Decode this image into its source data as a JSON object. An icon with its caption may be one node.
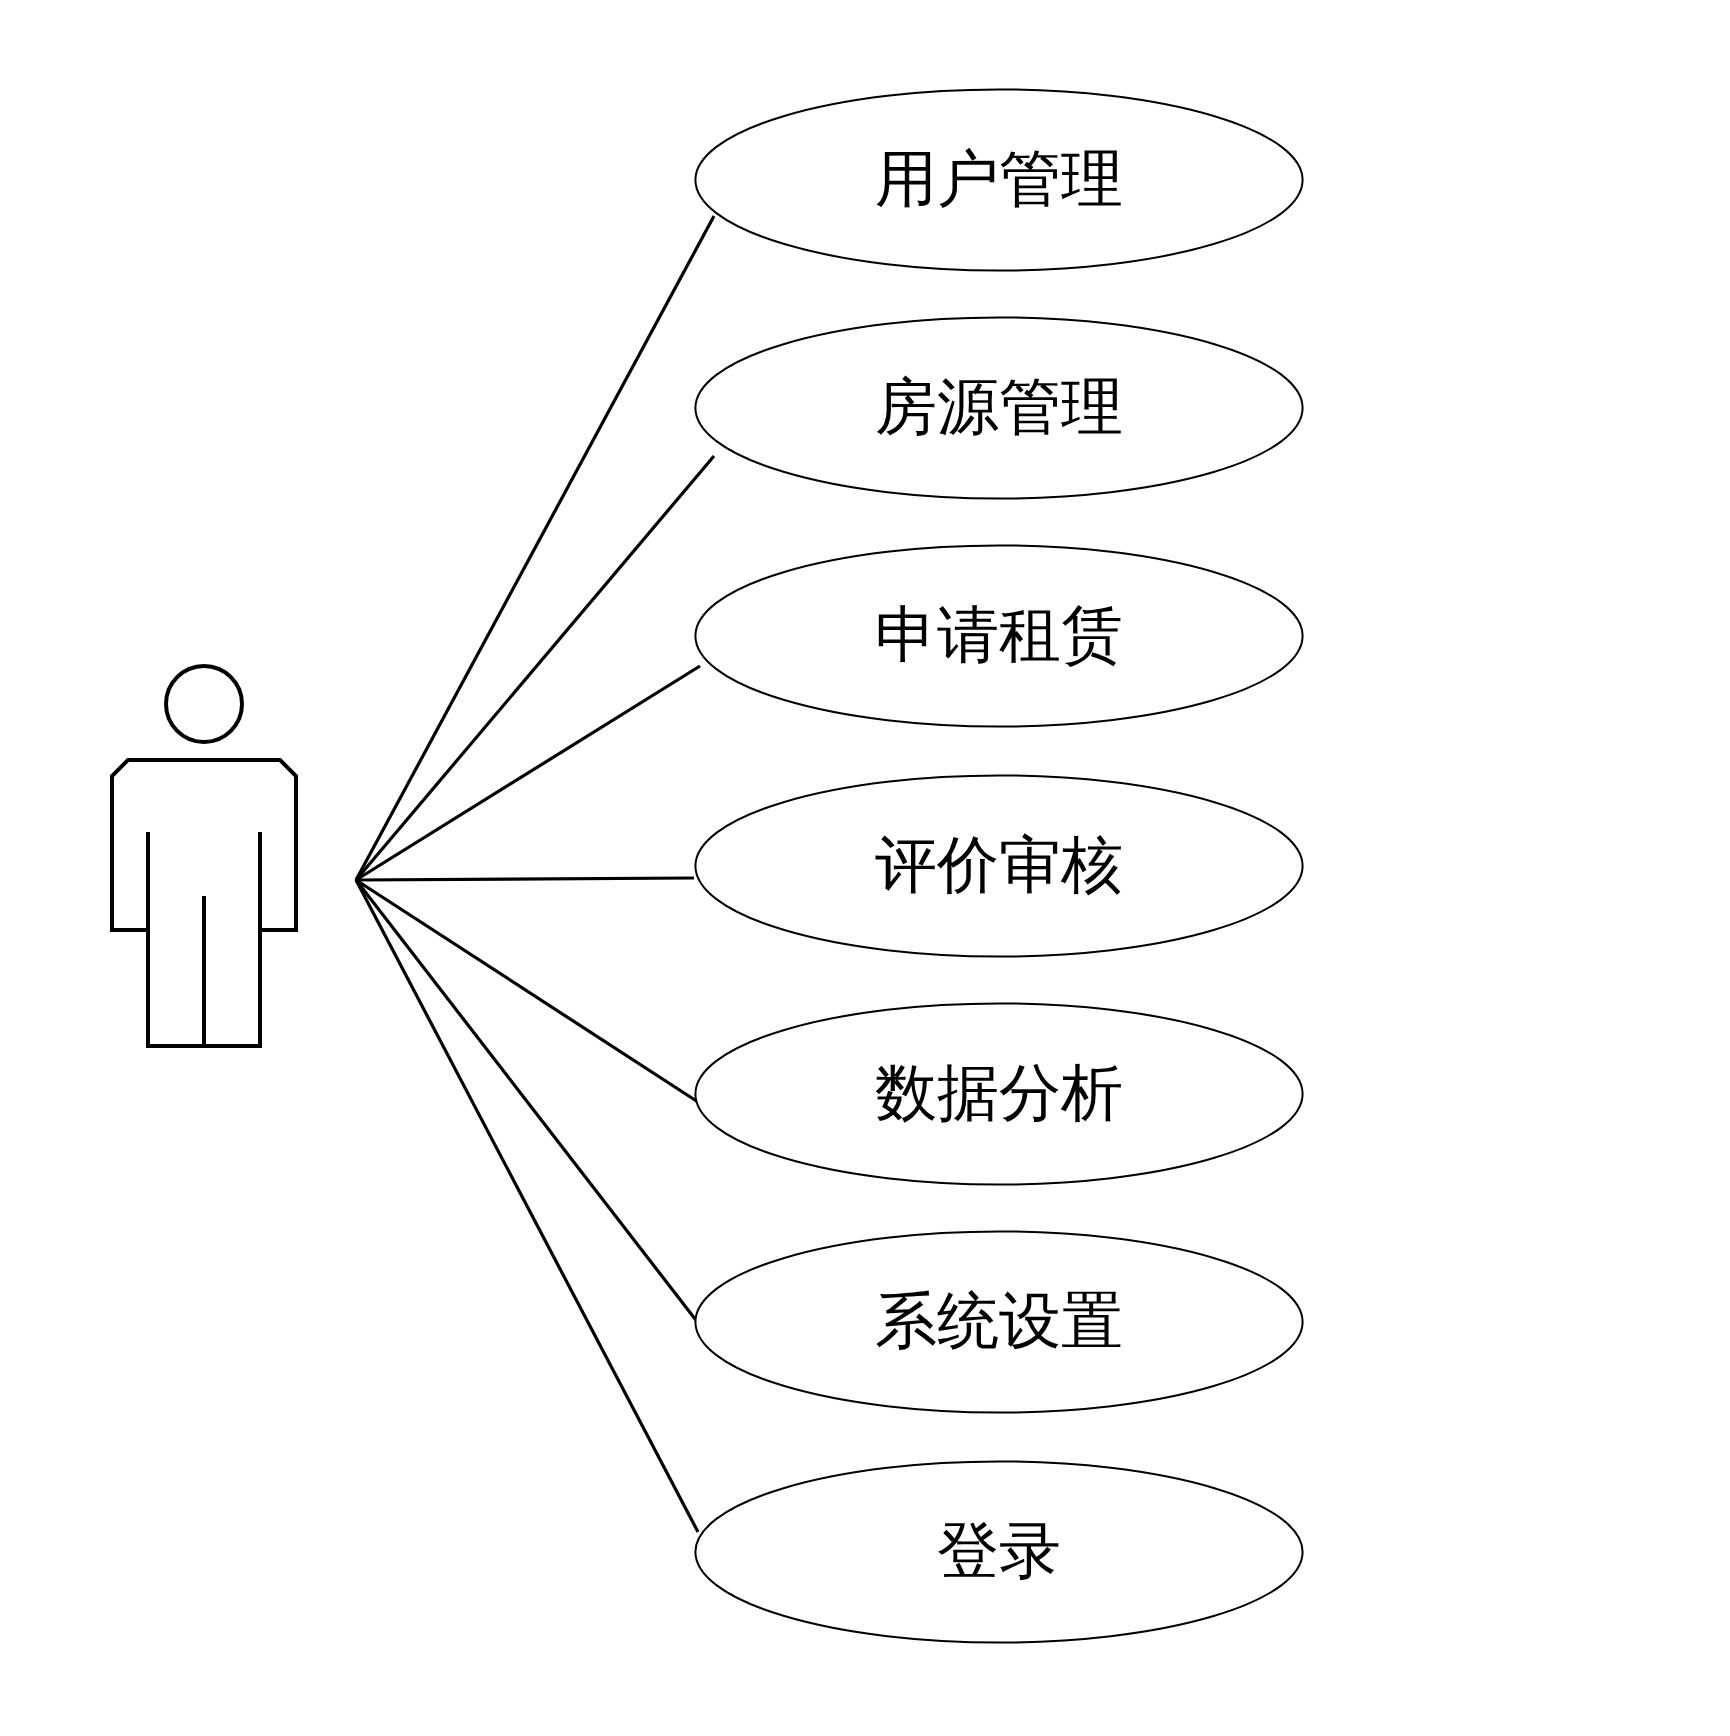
{
  "diagram": {
    "nodes": [
      {
        "text": [],
        "shape": "person"
      },
      {
        "text": [
          "用户管理"
        ]
      },
      {
        "text": [
          "房源管理"
        ]
      },
      {
        "text": [
          "申请租赁"
        ]
      },
      {
        "text": [
          "评价审核"
        ]
      },
      {
        "text": [
          "数据分析"
        ]
      },
      {
        "text": [
          "系统设置"
        ]
      },
      {
        "text": [
          "登录"
        ]
      }
    ],
    "edges": [
      {
        "from": 0,
        "to": 1,
        "arrow": "none"
      },
      {
        "from": 0,
        "to": 2,
        "arrow": "none"
      },
      {
        "from": 0,
        "to": 3,
        "arrow": "none"
      },
      {
        "from": 0,
        "to": 4,
        "arrow": "none"
      },
      {
        "from": 0,
        "to": 5,
        "arrow": "none"
      },
      {
        "from": 0,
        "to": 6,
        "arrow": "none"
      },
      {
        "from": 0,
        "to": 7,
        "arrow": "none"
      }
    ]
  }
}
